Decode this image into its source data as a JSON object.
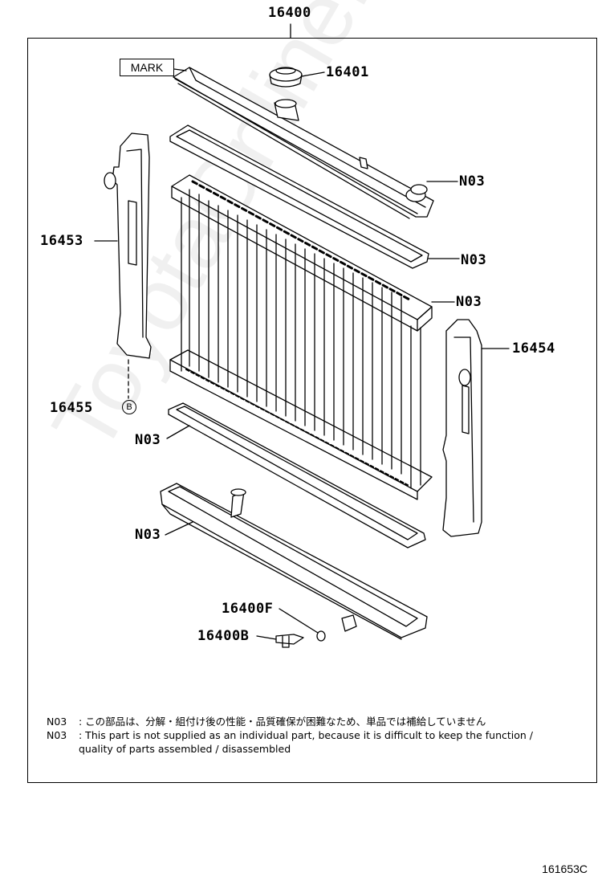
{
  "diagram": {
    "assembly_number": "16400",
    "mark_label": "MARK",
    "callouts": {
      "cap": "16401",
      "n03_top_tank": "N03",
      "n03_upper_gasket": "N03",
      "n03_core": "N03",
      "left_support": "16453",
      "right_support": "16454",
      "left_bolt": "16455",
      "bolt_ref": "B",
      "n03_lower_gasket": "N03",
      "n03_lower_tank": "N03",
      "drain_oring": "16400F",
      "drain_plug": "16400B"
    },
    "notes": [
      {
        "code": "N03",
        "text": ": この部品は、分解・組付け後の性能・品質確保が困難なため、単品では補給していません"
      },
      {
        "code": "N03",
        "text": ": This part is not supplied as an individual part, because it is difficult to keep the function /",
        "text2": "quality of parts assembled / disassembled"
      }
    ],
    "figure_id": "161653C",
    "watermark": "ToyotaOnline.ru"
  }
}
